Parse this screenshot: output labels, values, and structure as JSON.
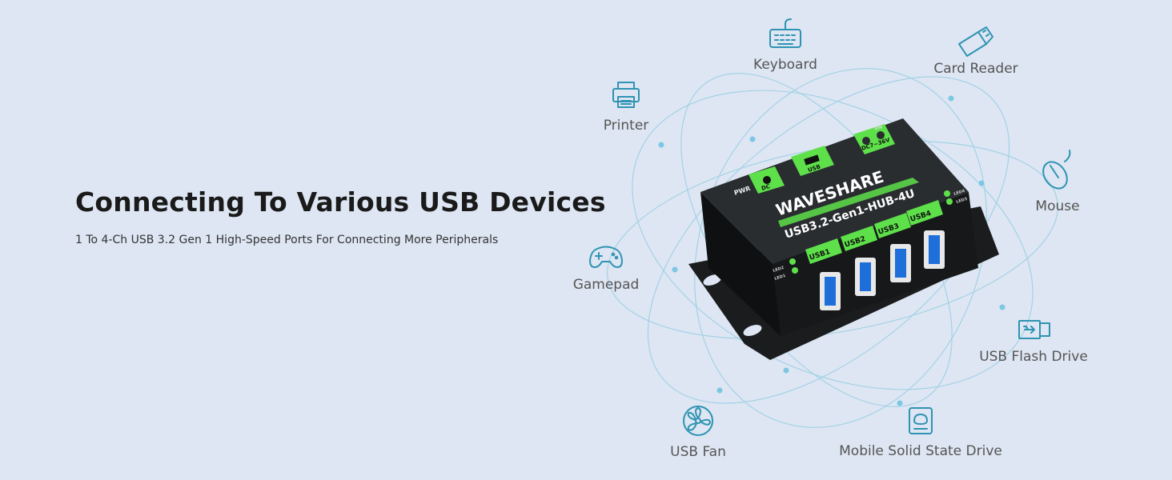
{
  "headline": "Connecting To Various USB Devices",
  "subline": "1 To 4-Ch USB 3.2 Gen 1 High-Speed Ports For Connecting More Peripherals",
  "devices": {
    "keyboard": "Keyboard",
    "card_reader": "Card Reader",
    "printer": "Printer",
    "mouse": "Mouse",
    "gamepad": "Gamepad",
    "usb_flash_drive": "USB Flash Drive",
    "usb_fan": "USB Fan",
    "mobile_ssd": "Mobile Solid State Drive"
  },
  "hub": {
    "brand": "WAVESHARE",
    "model": "USB3.2-Gen1-HUB-4U",
    "ports": [
      "USB1",
      "USB2",
      "USB3",
      "USB4"
    ],
    "top_labels": {
      "pwr": "PWR",
      "dc": "DC",
      "usb": "USB",
      "dc_range": "DC7~36V",
      "vin": "VIN"
    },
    "leds": [
      "LED1",
      "LED2",
      "LED3",
      "LED4"
    ]
  },
  "colors": {
    "background": "#dde6f2",
    "accent_green": "#5ee04a",
    "icon_blue": "#2f93b3",
    "orbit_line": "#9fd0e6"
  }
}
